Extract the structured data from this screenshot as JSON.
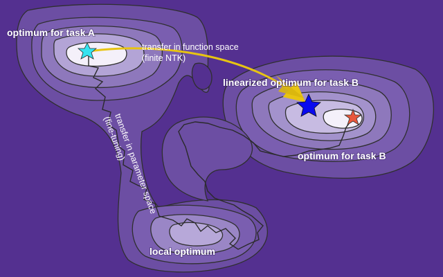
{
  "labels": {
    "optimum_a": "optimum for task A",
    "linearized_b": "linearized optimum for task B",
    "optimum_b": "optimum for task B",
    "local_optimum": "local optimum",
    "function_space_line1": "transfer in function space",
    "function_space_line2": "(finite NTK)",
    "parameter_space_line1": "transfer in parameter space",
    "parameter_space_line2": "(fine-tuning)"
  },
  "colors": {
    "background": "#543090",
    "contour_fill_outer": "#6e4fa6",
    "contour_fill_mid": "#8a72b9",
    "contour_fill_inner": "#b3a4d6",
    "contour_fill_core": "#f2eef9",
    "contour_stroke": "#2f2f2f",
    "arrow": "#e8c412",
    "star_a": "#35e3f0",
    "star_linearized": "#0a0aee",
    "star_b": "#e8573c",
    "path": "#2a2a2a"
  }
}
